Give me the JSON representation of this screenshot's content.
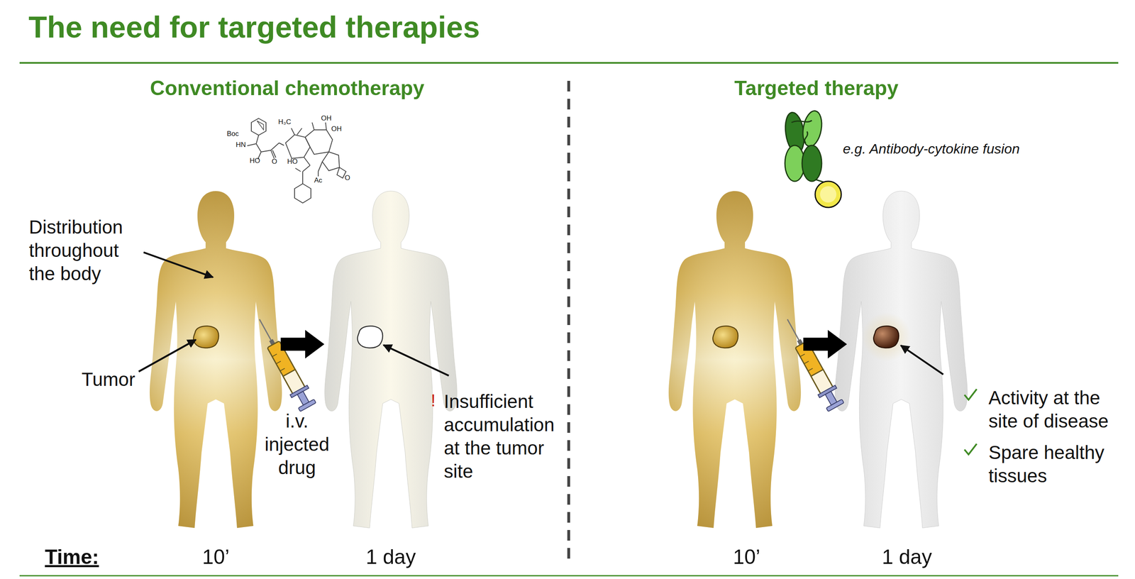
{
  "diagram": {
    "title": "The need for targeted therapies",
    "labels": [
      "Conventional chemotherapy",
      "Targeted therapy",
      "e.g. Antibody-cytokine fusion",
      "Distribution throughout the body",
      "Tumor",
      "i.v. injected drug",
      "!",
      "Insufficient accumulation at the tumor site",
      "Activity at the site of disease",
      "Spare healthy tissues",
      "Time:",
      "10’",
      "1 day",
      "10’",
      "1 day",
      "Boc",
      "HN",
      "H₃C",
      "OH",
      "OH",
      "HO",
      "HO",
      "O",
      "O",
      "Ac"
    ]
  }
}
